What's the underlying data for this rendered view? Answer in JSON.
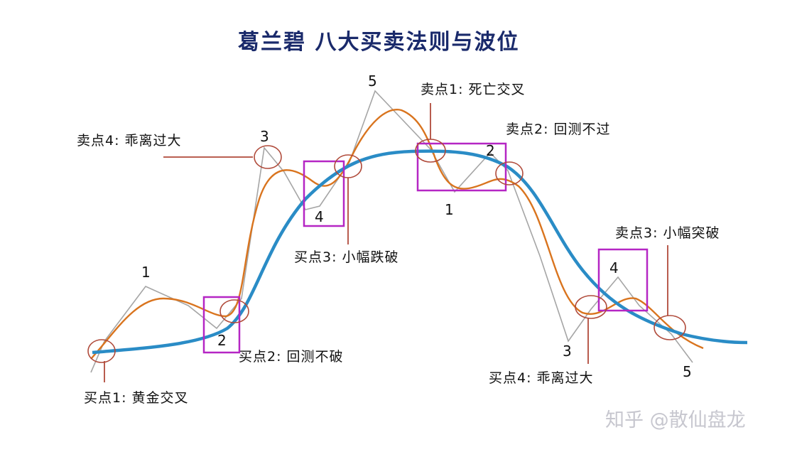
{
  "title": "葛兰碧 八大买卖法则与波位",
  "labels": {
    "buy1": "买点1: 黄金交叉",
    "buy2": "买点2: 回测不破",
    "buy3": "买点3: 小幅跌破",
    "buy4": "买点4: 乖离过大",
    "sell1": "卖点1: 死亡交叉",
    "sell2": "卖点2: 回测不过",
    "sell3": "卖点3: 小幅突破",
    "sell4": "卖点4: 乖离过大"
  },
  "wave_numbers": {
    "w1_up": "1",
    "w2_up": "2",
    "w3_up": "3",
    "w4_up": "4",
    "w5_up": "5",
    "w1_down": "1",
    "w2_down": "2",
    "w3_down": "3",
    "w4_down": "4",
    "w5_down": "5"
  },
  "watermark": "知乎 @散仙盘龙",
  "colors": {
    "moving_average": "#2a8cc6",
    "price": "#d9741e",
    "wave": "#9a9a9a",
    "box": "#b526c4",
    "marker": "#b04a3a",
    "title": "#1a2a6b"
  }
}
